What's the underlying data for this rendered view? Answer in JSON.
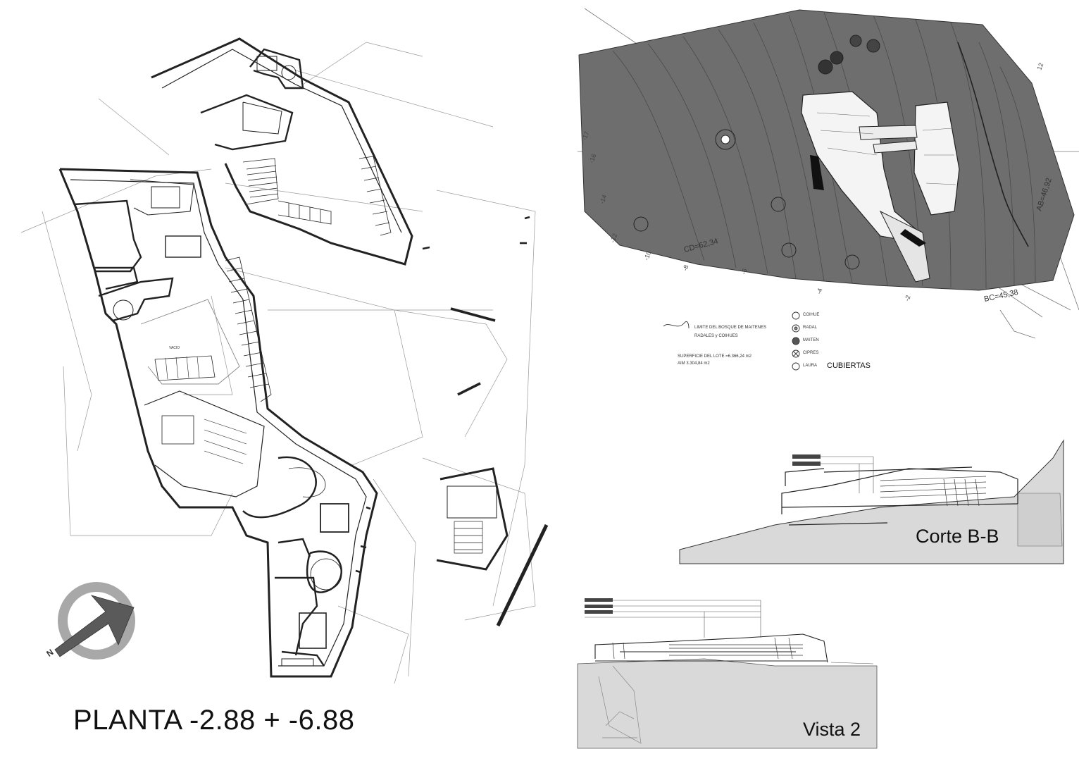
{
  "titles": {
    "plan": "PLANTA -2.88 + -6.88",
    "section": "Corte B-B",
    "elevation": "Vista 2",
    "roof": "CUBIERTAS"
  },
  "legend": {
    "limit_line_1": "LIMITE DEL BOSQUE DE MAITENES",
    "limit_line_2": "RADALES y COIHUES",
    "area_1": "SUPERFICIE DEL LOTE =6.366,24 m2",
    "area_2": "AIM  3.304,84 m2",
    "species": [
      "COIHUE",
      "RADAL",
      "MAITEN",
      "CIPRES",
      "LAURA"
    ]
  },
  "site_labels": {
    "cd": "CD=62,34",
    "ab": "AB=46,92",
    "bc": "BC=45,38"
  },
  "plan_labels": {
    "vacio": "VACIO"
  },
  "colors": {
    "ink": "#222222",
    "site_fill": "#6e6e6e",
    "terrain_fill": "#d9d9d9",
    "compass_ring": "#a8a8a8",
    "compass_arrow": "#5a5a5a"
  },
  "icons": {
    "north": "north-arrow-icon"
  }
}
